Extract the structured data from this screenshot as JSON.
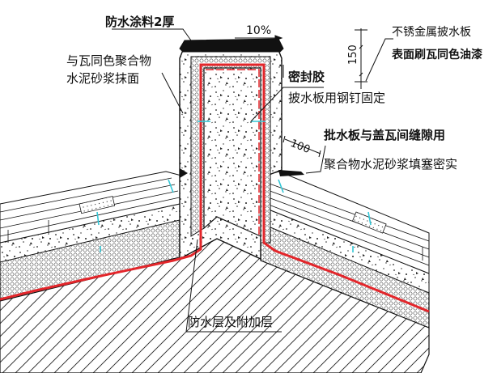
{
  "labels": {
    "coating": "防水涂料2厚",
    "slope": "10%",
    "flashing_line1": "不锈金属披水板",
    "flashing_line2": "表面刷瓦同色油漆",
    "dim_150": "150",
    "mortar_line1": "与瓦同色聚合物",
    "mortar_line2": "水泥砂浆抹面",
    "sealant": "密封胶",
    "nail_fix": "披水板用钢钉固定",
    "dim_100": "100",
    "gap_line1": "批水板与盖瓦间缝隙用",
    "gap_line2": "聚合物水泥砂浆填塞密实",
    "membrane": "防水层及附加层"
  },
  "colors": {
    "membrane_red": "#e3262b",
    "lines": "#111111",
    "background": "#ffffff"
  },
  "icons": {
    "hatch_fill": "diagonal-hatch",
    "concrete_fill": "speckle",
    "insulation_fill": "circles"
  }
}
